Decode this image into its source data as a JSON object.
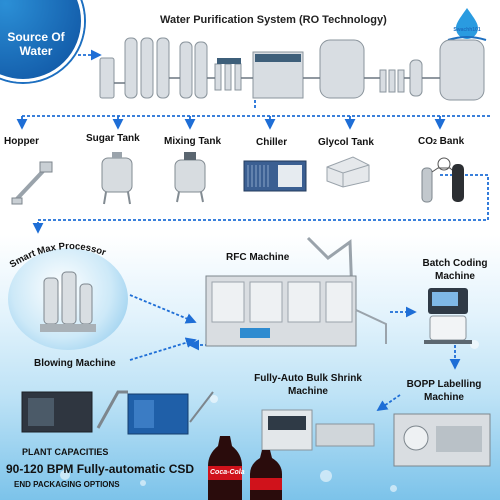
{
  "source": {
    "label": "Source Of Water"
  },
  "header": {
    "title": "Water Purification System (RO Technology)"
  },
  "logo": {
    "text": "Swachh101"
  },
  "row2": {
    "items": [
      {
        "label": "Hopper"
      },
      {
        "label": "Sugar Tank"
      },
      {
        "label": "Mixing Tank"
      },
      {
        "label": "Chiller"
      },
      {
        "label": "Glycol Tank"
      },
      {
        "label_main": "CO",
        "label_sub": "2",
        "label_rest": " Bank"
      }
    ]
  },
  "row3": {
    "smart_max": "Smart Max Processor",
    "rfc": "RFC Machine",
    "batch_coding": "Batch Coding Machine",
    "blowing": "Blowing Machine"
  },
  "row4": {
    "shrink": "Fully-Auto Bulk Shrink Machine",
    "bopp": "BOPP Labelling Machine"
  },
  "capacities": {
    "heading": "PLANT CAPACITIES",
    "bpm": "90-120 BPM Fully-automatic CSD",
    "packaging": "END PACKAGING OPTIONS"
  },
  "bottle_brand": "Coca-Cola",
  "colors": {
    "accent_blue": "#1d6fc0",
    "arrow_blue": "#1e6ed6",
    "brand_red": "#d0121b"
  }
}
